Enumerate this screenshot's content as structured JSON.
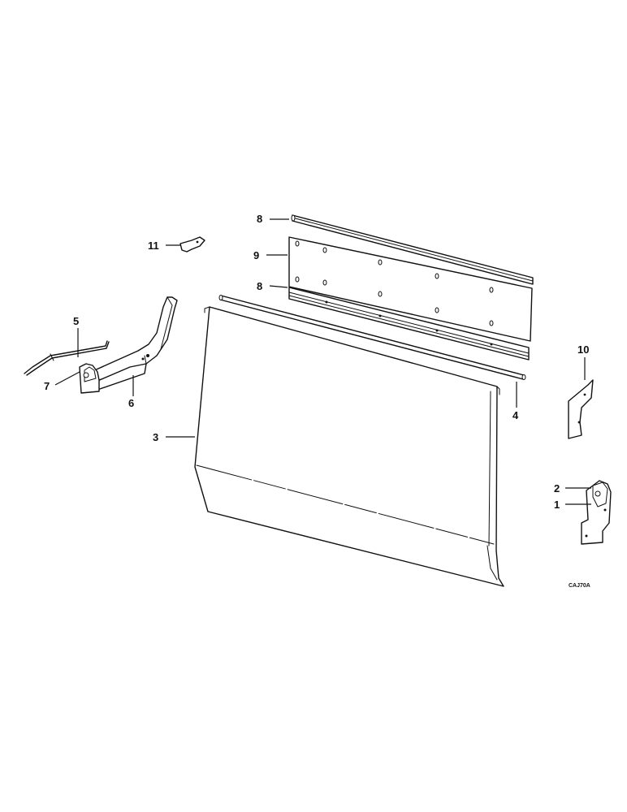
{
  "diagram": {
    "drawing_code": "CAJ70A",
    "callouts": [
      {
        "id": "c1",
        "label": "1"
      },
      {
        "id": "c2",
        "label": "2"
      },
      {
        "id": "c3",
        "label": "3"
      },
      {
        "id": "c4",
        "label": "4"
      },
      {
        "id": "c5",
        "label": "5"
      },
      {
        "id": "c6",
        "label": "6"
      },
      {
        "id": "c7",
        "label": "7"
      },
      {
        "id": "c8a",
        "label": "8"
      },
      {
        "id": "c8b",
        "label": "8"
      },
      {
        "id": "c9",
        "label": "9"
      },
      {
        "id": "c10",
        "label": "10"
      },
      {
        "id": "c11",
        "label": "11"
      }
    ]
  }
}
